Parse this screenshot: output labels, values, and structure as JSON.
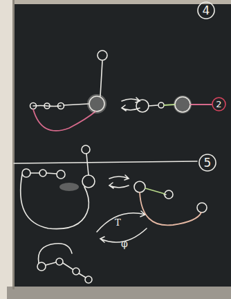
{
  "diagram": {
    "nodes": [
      {
        "text": [
          "4"
        ]
      },
      {
        "text": [
          "5"
        ]
      },
      {
        "text": [
          "2"
        ]
      }
    ],
    "labels": [
      "T",
      "φ"
    ]
  }
}
